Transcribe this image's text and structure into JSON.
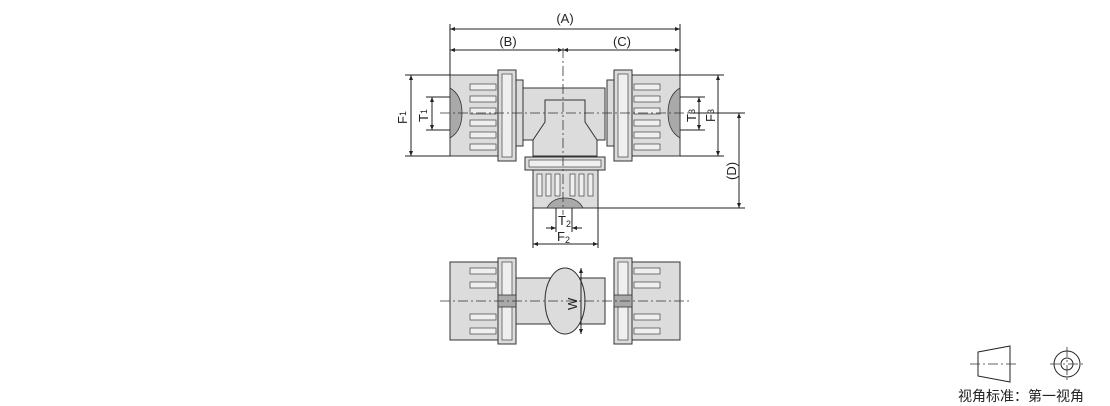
{
  "drawing": {
    "title": "Tee fitting dimension drawing",
    "dimensions": {
      "A": "(A)",
      "B": "(B)",
      "C": "(C)",
      "D": "(D)",
      "F1": "F",
      "F1_sub": "1",
      "T1": "T",
      "T1_sub": "1",
      "F2": "F",
      "F2_sub": "2",
      "T2": "T",
      "T2_sub": "2",
      "F3": "F",
      "F3_sub": "3",
      "T3": "T",
      "T3_sub": "3",
      "W": "W"
    }
  },
  "projection": {
    "icon": "first-angle-projection-symbol",
    "caption": "视角标准：第一视角"
  }
}
